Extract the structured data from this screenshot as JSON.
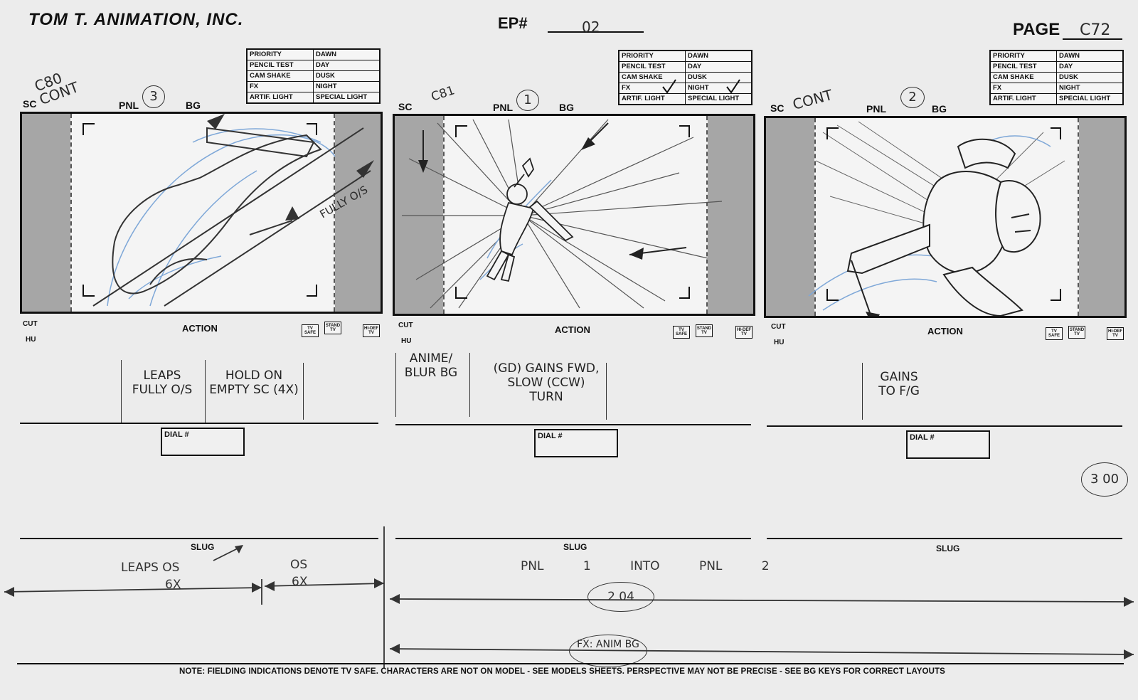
{
  "header": {
    "studio": "TOM T. ANIMATION, INC.",
    "episode_label": "EP#",
    "episode_value": "02",
    "page_label": "PAGE",
    "page_value": "C72"
  },
  "checklist": [
    [
      "PRIORITY",
      "DAWN"
    ],
    [
      "PENCIL TEST",
      "DAY"
    ],
    [
      "CAM SHAKE",
      "DUSK"
    ],
    [
      "FX",
      "NIGHT"
    ],
    [
      "ARTIF. LIGHT",
      "SPECIAL LIGHT"
    ]
  ],
  "labels": {
    "sc": "SC",
    "pnl": "PNL",
    "bg": "BG",
    "cut": "CUT",
    "hu": "HU",
    "action": "ACTION",
    "tv_safe": "TV SAFE",
    "stand_tv": "STAND TV",
    "hi_def_tv": "HI-DEF TV",
    "dial": "DIAL #",
    "slug": "SLUG"
  },
  "panels": [
    {
      "scene": "C80 CONT",
      "pnl": "3",
      "drawing": "leaping-feet-sketch",
      "annotation": "FULLY O/S",
      "action_notes": [
        "LEAPS FULLY O/S",
        "HOLD ON EMPTY SC (4X)"
      ]
    },
    {
      "scene": "C81",
      "pnl": "1",
      "drawing": "hero-flying-burst-sketch",
      "annotation": "",
      "action_notes": [
        "ANIME/ BLUR BG",
        "(GD) GAINS FWD, SLOW (CCW) TURN"
      ]
    },
    {
      "scene": "CONT",
      "pnl": "2",
      "drawing": "hero-closeup-flying-sketch",
      "annotation": "",
      "action_notes": [
        "GAINS TO F/G"
      ]
    }
  ],
  "page_total": "3 00",
  "timing": {
    "leaps": "LEAPS OS",
    "leaps_count": "6X",
    "os": "OS",
    "os_count": "6X",
    "pnl_into": "PNL 1 INTO PNL 2",
    "duration": "2 04",
    "fx": "FX: ANIM BG"
  },
  "footer_note": "NOTE: FIELDING INDICATIONS DENOTE TV SAFE.  CHARACTERS ARE NOT ON MODEL - SEE MODELS SHEETS.  PERSPECTIVE MAY NOT BE PRECISE - SEE BG KEYS FOR CORRECT LAYOUTS",
  "colors": {
    "paper": "#ececec",
    "ink": "#111111",
    "pencil": "#333333",
    "blue_pencil": "#7fa8d8",
    "safe_shade": "#a6a6a6"
  }
}
